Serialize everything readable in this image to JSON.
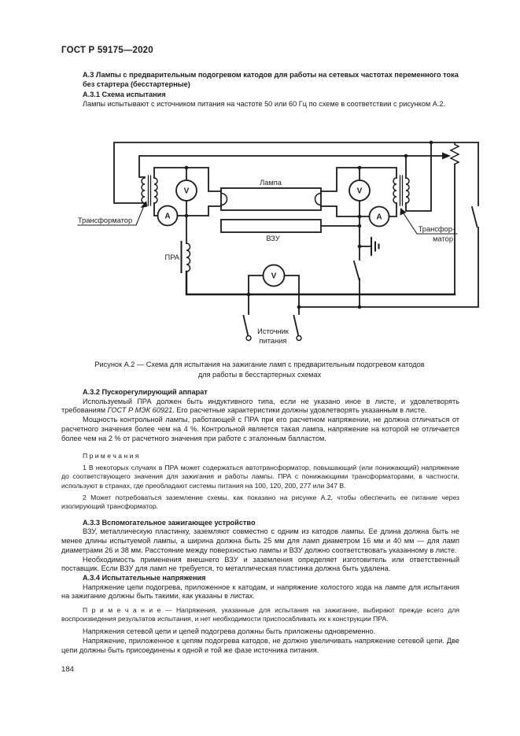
{
  "page": {
    "header": "ГОСТ Р 59175—2020",
    "number": "184"
  },
  "content": {
    "a3_title": "А.3 Лампы с предварительным подогревом катодов для работы на сетевых частотах переменного тока без стартера (бесстартерные)",
    "a31_title": "А.3.1 Схема испытания",
    "a31_p1": "Лампы испытывают с источником питания на частоте 50 или 60 Гц по схеме в соответствии с рисунком А.2.",
    "a32_title": "А.3.2 Пускорегулирующий аппарат",
    "a32_p1_pre": "Используемый ПРА должен быть индуктивного типа, если не указано иное в листе, и удовлетворять требованиям ",
    "a32_p1_ref": "ГОСТ Р МЭК 60921",
    "a32_p1_post": ". Его расчетные характеристики должны удовлетворять указанным в листе.",
    "a32_p2": "Мощность контрольной лампы, работающей с ПРА при его расчетном напряжении, не должна отличаться от расчетного значения более чем на 4 %. Контрольной является такая лампа, напряжение на которой не отличается более чем на 2 % от расчетного значения при работе с эталонным балластом.",
    "notes_title": "П р и м е ч а н и я",
    "note1": "1  В некоторых случаях в ПРА может содержаться автотрансформатор, повышающий (или понижающий) напряжение до соответствующего значения для зажигания и работы лампы. ПРА с понижающими трансформаторами, в частности, используют в странах, где преобладают системы питания на 100, 120, 200, 277 или 347 В.",
    "note2": "2  Может потребоваться заземление схемы, как показано на рисунке А.2, чтобы обеспечить ее питание через изолирующий трансформатор.",
    "a33_title": "А.3.3 Вспомогательное зажигающее устройство",
    "a33_p1": "ВЗУ, металлическую пластинку, заземляют совместно с одним из катодов лампы. Ее длина должна быть не менее длины испытуемой лампы, а ширина должна быть 25 мм для ламп диаметром 16 мм и 40 мм — для ламп диаметрами 26 и 38 мм. Расстояние между поверхностью лампы и ВЗУ должно соответствовать указанному в листе.",
    "a33_p2": "Необходимость применения внешнего ВЗУ и заземления определяет изготовитель или ответственный поставщик. Если ВЗУ для ламп не требуется, то металлическая пластинка должна быть удалена.",
    "a34_title": "А.3.4 Испытательные напряжения",
    "a34_p1": "Напряжение цепи подогрева, приложенное к катодам, и напряжение холостого хода на лампе для испытания на зажигание должны быть такими, как указаны в листах.",
    "a34_note": "П р и м е ч а н и е  — Напряжения, указанные для испытания на зажигание, выбирают прежде всего для воспроизведения результатов испытания, и нет необходимости приспосабливать их к конструкции ПРА.",
    "a34_p2": "Напряжения сетевой цепи и цепей подогрева должны быть приложены одновременно.",
    "a34_p3": "Напряжение, приложенное к цепям подогрева катодов, не должно увеличивать напряжение сетевой цепи. Две цепи должны быть присоединены к одной и той же фазе источника питания."
  },
  "figure": {
    "caption": "Рисунок А.2 — Схема для испытания на зажигание ламп с предварительным подогревом катодов для работы в бесстартерных схемах",
    "labels": {
      "transformer_left": "Трансформатор",
      "transformer_right_1": "Трансфор-",
      "transformer_right_2": "матор",
      "lamp": "Лампа",
      "vzu": "ВЗУ",
      "pra": "ПРА",
      "source_1": "Источник",
      "source_2": "питания",
      "meter_v": "V",
      "meter_a": "A"
    },
    "line_color": "#1b1b1b"
  }
}
